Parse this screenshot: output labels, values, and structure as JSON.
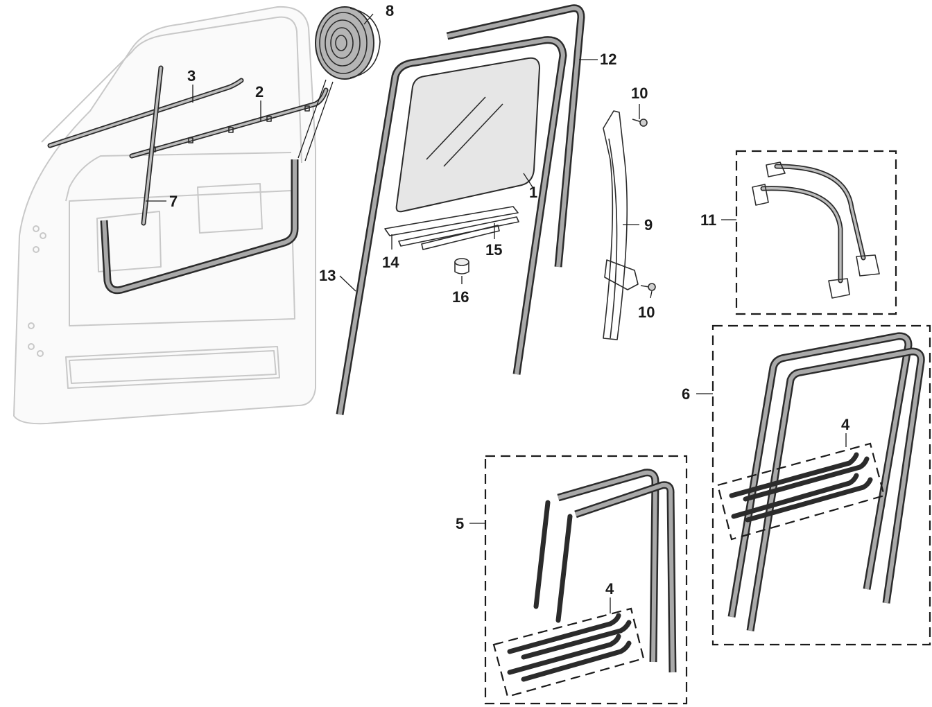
{
  "callouts": {
    "c1": "1",
    "c2": "2",
    "c3": "3",
    "c4a": "4",
    "c4b": "4",
    "c5": "5",
    "c6": "6",
    "c7": "7",
    "c8": "8",
    "c9": "9",
    "c10a": "10",
    "c10b": "10",
    "c11": "11",
    "c12": "12",
    "c13": "13",
    "c14": "14",
    "c15": "15",
    "c16": "16"
  },
  "colors": {
    "line": "#2b2b2b",
    "ghost": "#c8c8c8",
    "glass": "#e6e6e6",
    "seal_core": "#a9a9a9"
  }
}
